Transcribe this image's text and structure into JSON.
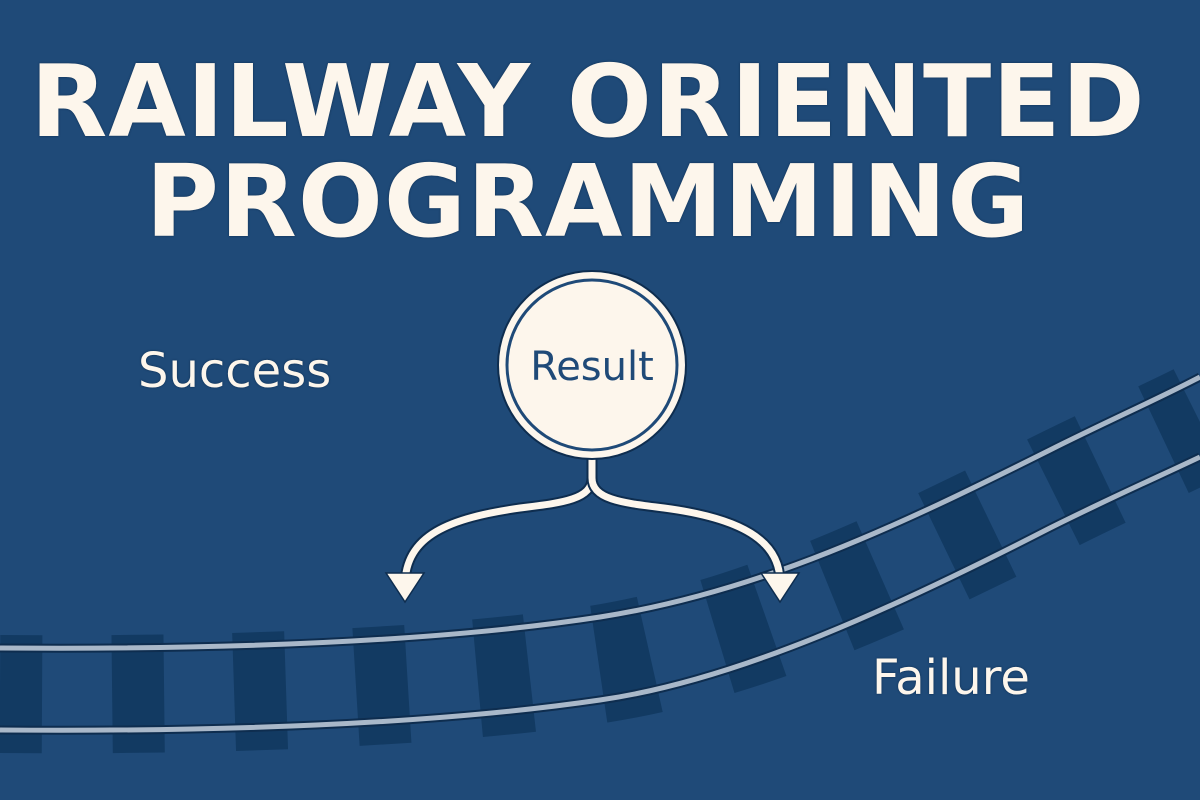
{
  "title": {
    "line1": "RAILWAY ORIENTED",
    "line2": "PROGRAMMING"
  },
  "diagram": {
    "node": {
      "label": "Result",
      "icon": "circle-node"
    },
    "branches": [
      {
        "label": "Success",
        "icon": "arrow-down-left-icon"
      },
      {
        "label": "Failure",
        "icon": "arrow-down-right-icon"
      }
    ],
    "track_icon": "railway-track"
  },
  "colors": {
    "background": "#1F4A78",
    "foreground": "#FDF6EC",
    "tie": "#123A62",
    "rail": "#A9B8C9"
  }
}
